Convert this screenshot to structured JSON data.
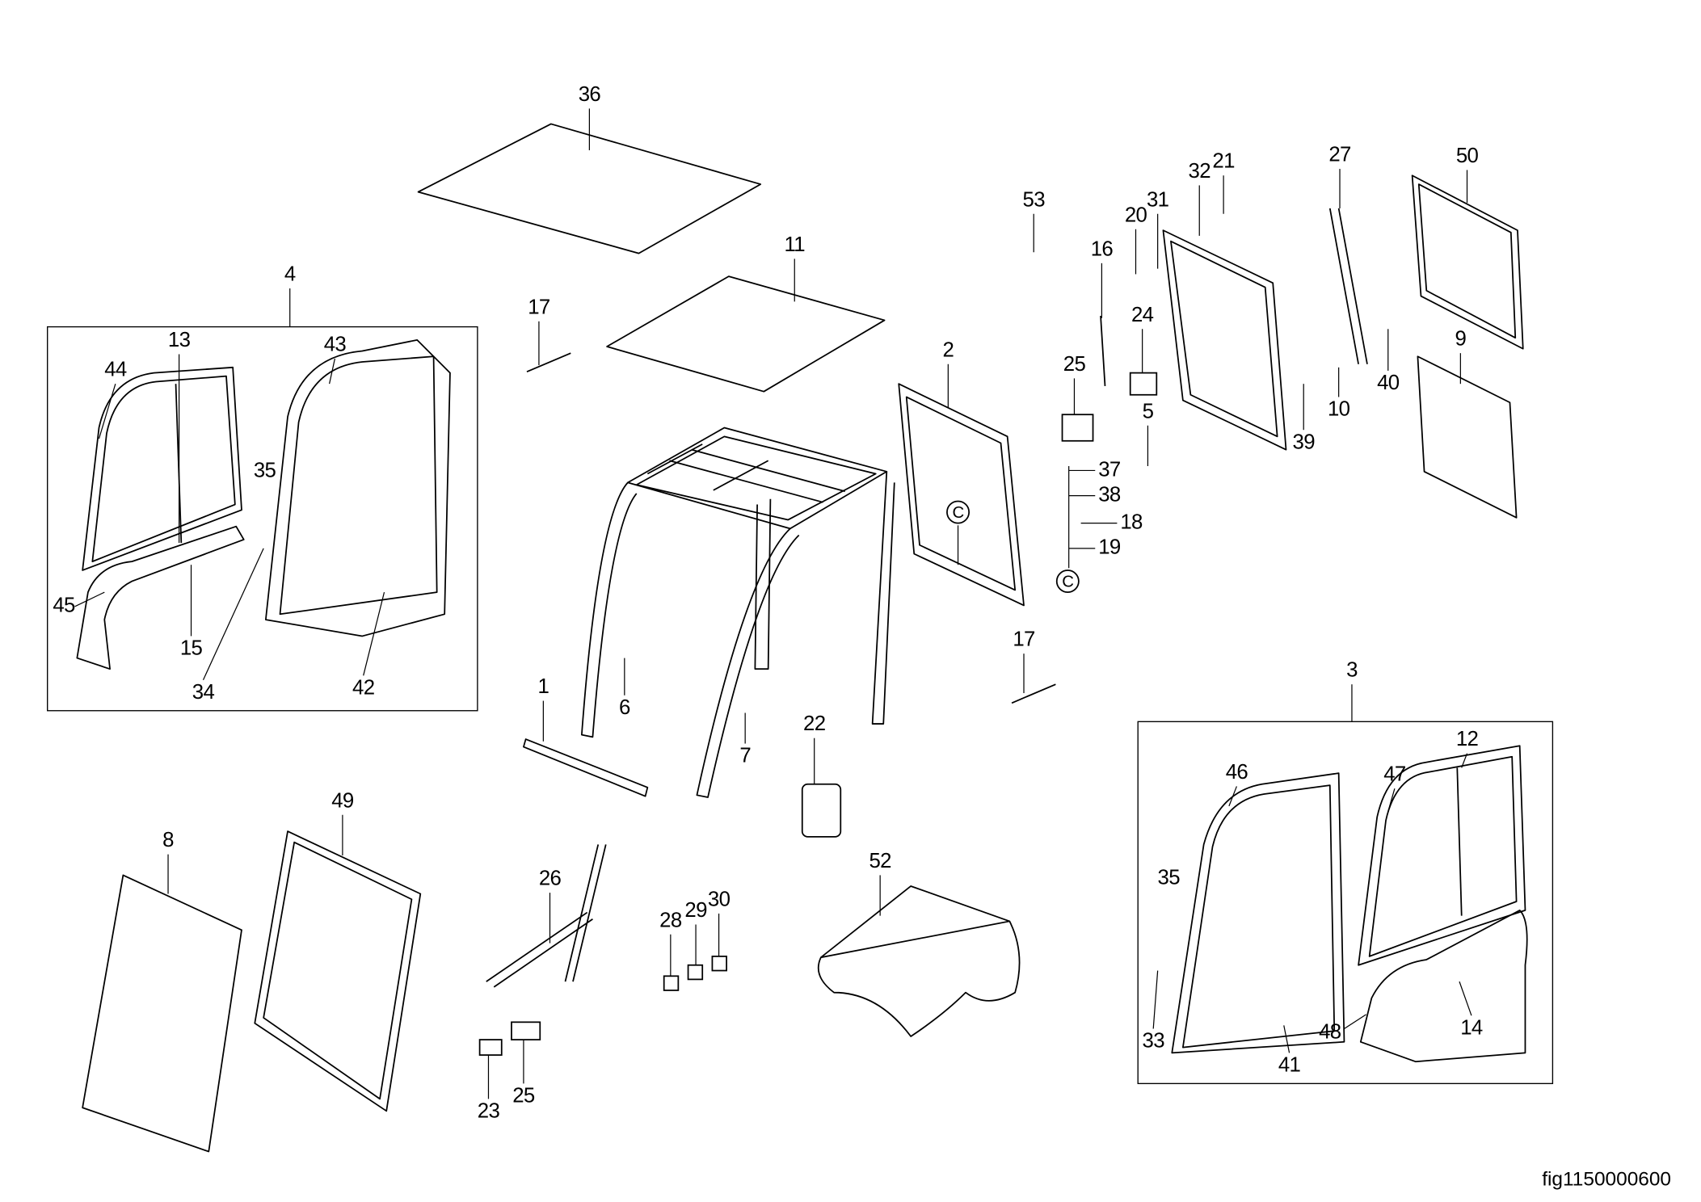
{
  "figure_id": "fig1150000600",
  "reference_marker": "C",
  "callouts": [
    "36",
    "11",
    "17",
    "17",
    "4",
    "13",
    "44",
    "43",
    "35",
    "45",
    "15",
    "34",
    "42",
    "2",
    "1",
    "6",
    "7",
    "22",
    "53",
    "16",
    "20",
    "31",
    "32",
    "21",
    "27",
    "50",
    "24",
    "25",
    "5",
    "9",
    "10",
    "40",
    "39",
    "37",
    "38",
    "18",
    "19",
    "3",
    "46",
    "12",
    "47",
    "35",
    "33",
    "41",
    "48",
    "14",
    "49",
    "8",
    "26",
    "28",
    "29",
    "30",
    "52",
    "23",
    "25"
  ],
  "colors": {
    "line": "#000000",
    "background": "#ffffff"
  }
}
